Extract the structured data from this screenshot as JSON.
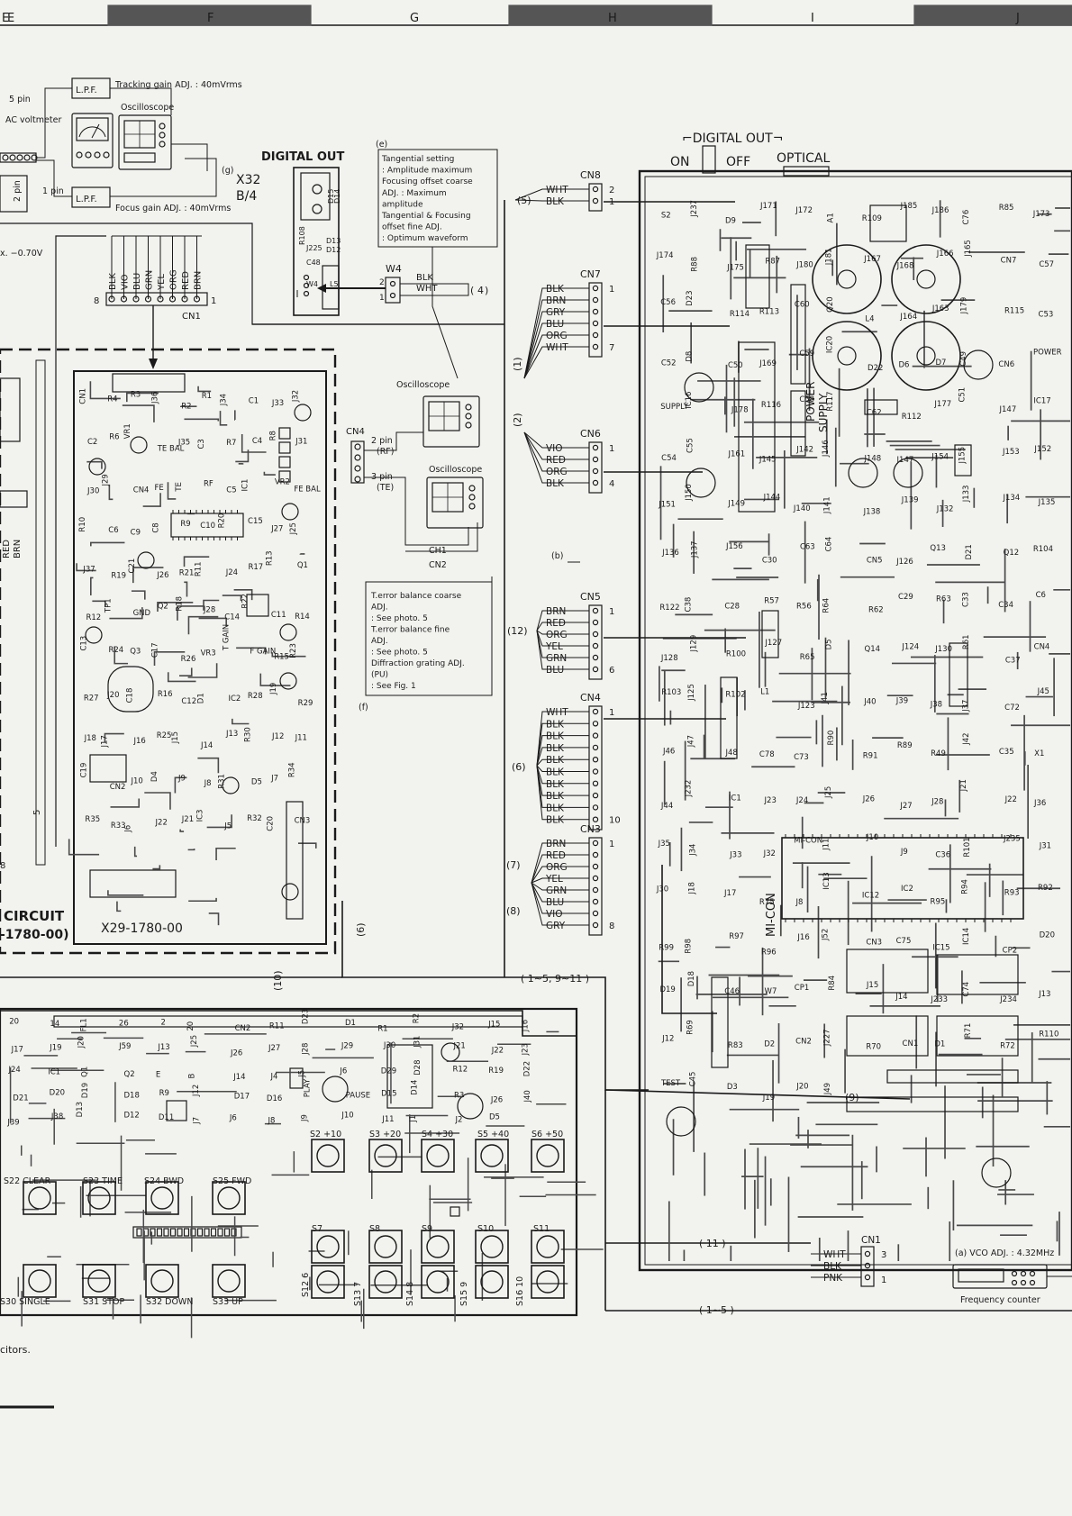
{
  "colors": {
    "paper": "#f2f2ef",
    "ink": "#1a1a1a",
    "trace": "#4a4a4a",
    "band": "#555555"
  },
  "grid": {
    "cols": [
      "E",
      "F",
      "G",
      "H",
      "I",
      "J"
    ]
  },
  "top_left": {
    "lpf_top": "L.P.F.",
    "lpf_bottom": "L.P.F.",
    "tracking_note": "Tracking gain ADJ. : 40mVrms",
    "focus_note": "Focus gain ADJ. : 40mVrms",
    "five_pin": "5 pin",
    "ac_voltmeter": "AC voltmeter",
    "oscilloscope": "Oscilloscope",
    "one_pin": "1 pin",
    "two_pin": "2 pin",
    "g_tag": "(g)",
    "approx_v": "x. −0.70V"
  },
  "digital_out_unit": {
    "title": "DIGITAL OUT",
    "board": "X32",
    "sub": "B/4",
    "e_tag": "(e)",
    "note": [
      "Tangential setting",
      "  : Amplitude maximum",
      "Focusing offset coarse",
      "ADJ. : Maximum",
      "         amplitude",
      "Tangential & Focusing",
      "offset fine ADJ.",
      "    : Optimum waveform"
    ],
    "parts": [
      "R108",
      "J225",
      "D13",
      "D12",
      "D15",
      "D14",
      "C48",
      "L5",
      "W4"
    ],
    "w4": "W4",
    "w4_wires": [
      "BLK",
      "WHT"
    ],
    "w4_group": "4"
  },
  "digital_switch": {
    "title": "DIGITAL OUT",
    "on": "ON",
    "off": "OFF",
    "optical": "OPTICAL"
  },
  "cn1_pickup": {
    "label": "CN1",
    "wires": [
      "BLK",
      "VIO",
      "BLU",
      "GRN",
      "YEL",
      "ORG",
      "RED",
      "BRN"
    ],
    "pin_left": "8",
    "pin_right": "1"
  },
  "servo_board": {
    "title": "CIRCUIT",
    "code": "-1780-00)",
    "board_id": "X29-1780-00",
    "labels": [
      "CN1",
      "R4",
      "R3",
      "J36",
      "R2",
      "R1",
      "J34",
      "C1",
      "J33",
      "J32",
      "C2",
      "R6",
      "VR1",
      "TE BAL",
      "J35",
      "C3",
      "R7",
      "C4",
      "R8",
      "J31",
      "J30",
      "J29",
      "CN4",
      "FE",
      "TE",
      "RF",
      "C5",
      "IC1",
      "VR2",
      "FE BAL",
      "R10",
      "C6",
      "C9",
      "C8",
      "R9",
      "C10",
      "R20",
      "C15",
      "J27",
      "J25",
      "J37",
      "R19",
      "C21",
      "J26",
      "R21",
      "R11",
      "J24",
      "R17",
      "R13",
      "Q1",
      "R12",
      "TP1",
      "GND",
      "Q2",
      "R18",
      "J28",
      "C14",
      "R22",
      "C11",
      "R14",
      "C13",
      "R24",
      "Q3",
      "C17",
      "R26",
      "VR3",
      "T GAIN",
      "F GAIN",
      "R15",
      "R23",
      "R27",
      "J20",
      "C18",
      "R16",
      "C12",
      "D1",
      "IC2",
      "R28",
      "J19",
      "R29",
      "J18",
      "J17",
      "J16",
      "R25",
      "J15",
      "J14",
      "J13",
      "R30",
      "J12",
      "J11",
      "C19",
      "CN2",
      "J10",
      "D4",
      "J9",
      "J8",
      "R31",
      "D5",
      "J7",
      "R34",
      "R35",
      "R33",
      "J6",
      "J22",
      "J21",
      "IC3",
      "J5",
      "R32",
      "C20",
      "CN3"
    ]
  },
  "side_tags": {
    "five": "5",
    "eight": "8",
    "six": "6",
    "ten": "10",
    "red": "RED",
    "brn": "BRN"
  },
  "connectors": {
    "cn8": {
      "label": "CN8",
      "wires": [
        "WHT",
        "BLK"
      ],
      "pins": [
        "2",
        "1"
      ],
      "group": "5"
    },
    "cn7": {
      "label": "CN7",
      "wires": [
        "BLK",
        "BRN",
        "GRY",
        "BLU",
        "ORG",
        "WHT"
      ],
      "pins": [
        "1",
        "7"
      ],
      "group": "1"
    },
    "cn6": {
      "label": "CN6",
      "wires": [
        "VIO",
        "RED",
        "ORG",
        "BLK"
      ],
      "pins": [
        "1",
        "4"
      ],
      "group": "2"
    },
    "cn5": {
      "label": "CN5",
      "wires": [
        "BRN",
        "RED",
        "ORG",
        "YEL",
        "GRN",
        "BLU"
      ],
      "pins": [
        "1",
        "6"
      ],
      "group": "12"
    },
    "cn4": {
      "label": "CN4",
      "wires": [
        "WHT",
        "BLK",
        "BLK",
        "BLK",
        "BLK",
        "BLK",
        "BLK",
        "BLK",
        "BLK",
        "BLK"
      ],
      "pins": [
        "1",
        "10"
      ],
      "group": "6"
    },
    "cn3": {
      "label": "CN3",
      "wires": [
        "BRN",
        "RED",
        "ORG",
        "YEL",
        "GRN",
        "BLU",
        "VIO",
        "GRY"
      ],
      "pins": [
        "1",
        "8"
      ],
      "groups": [
        "7",
        "8"
      ]
    },
    "cn1_bottom": {
      "label": "CN1",
      "wires": [
        "WHT",
        "BLK",
        "PNK"
      ],
      "pins": [
        "3",
        "1"
      ]
    }
  },
  "probe": {
    "cn4_label": "CN4",
    "two_pin": "2 pin",
    "rf": "(RF)",
    "three_pin": "3 pin",
    "te": "(TE)",
    "oscilloscope": "Oscilloscope",
    "ch1": "CH1",
    "ch2": "CN2",
    "b_tag": "(b)",
    "f_tag": "(f)",
    "note": [
      "T.error balance coarse",
      "ADJ.",
      "   : See photo. 5",
      "T.error balance fine",
      "ADJ.",
      "   : See photo. 5",
      "Diffraction grating ADJ.",
      "(PU)",
      "   : See Fig. 1"
    ]
  },
  "bus": {
    "main": "1∼5, 9∼11",
    "g10": "10",
    "g11": "11",
    "g15": "1∼5",
    "g9": "9"
  },
  "main_board": {
    "labels": [
      "S2",
      "J237",
      "D9",
      "J171",
      "J172",
      "A1",
      "R109",
      "J185",
      "J186",
      "C76",
      "R85",
      "J173",
      "J174",
      "R88",
      "J175",
      "R87",
      "J180",
      "J181",
      "J167",
      "J168",
      "J166",
      "J165",
      "CN7",
      "C57",
      "C56",
      "D23",
      "R114",
      "R113",
      "C60",
      "Q20",
      "L4",
      "J164",
      "J163",
      "J179",
      "R115",
      "C53",
      "C52",
      "D8",
      "C50",
      "J169",
      "C59",
      "IC20",
      "D22",
      "D6",
      "D7",
      "C49",
      "CN6",
      "POWER",
      "SUPPLY",
      "IC16",
      "J178",
      "R116",
      "C58",
      "R117",
      "C62",
      "R112",
      "J177",
      "C51",
      "J147",
      "IC17",
      "C54",
      "C55",
      "J161",
      "J145",
      "J142",
      "J146",
      "J148",
      "J147",
      "J154",
      "J155",
      "J153",
      "J152",
      "J151",
      "J150",
      "J149",
      "J144",
      "J140",
      "J141",
      "J138",
      "J139",
      "J132",
      "J133",
      "J134",
      "J135",
      "J136",
      "J137",
      "J156",
      "C30",
      "C63",
      "C64",
      "CN5",
      "J126",
      "Q13",
      "D21",
      "Q12",
      "R104",
      "R122",
      "C38",
      "C28",
      "R57",
      "R56",
      "R64",
      "R62",
      "C29",
      "R63",
      "C33",
      "C34",
      "C6",
      "J128",
      "J129",
      "R100",
      "J127",
      "R65",
      "D5",
      "Q14",
      "J124",
      "J130",
      "R61",
      "C37",
      "CN4",
      "R103",
      "J125",
      "R102",
      "L1",
      "J123",
      "J41",
      "J40",
      "J39",
      "J38",
      "J37",
      "C72",
      "J45",
      "J46",
      "J47",
      "J48",
      "C78",
      "C73",
      "R90",
      "R91",
      "R89",
      "R49",
      "J42",
      "C35",
      "X1",
      "J44",
      "J232",
      "IC1",
      "J23",
      "J24",
      "J25",
      "J26",
      "J27",
      "J28",
      "J21",
      "J22",
      "J36",
      "J35",
      "J34",
      "J33",
      "J32",
      "MI-CON",
      "J11",
      "J10",
      "J9",
      "C36",
      "R101",
      "J235",
      "J31",
      "J30",
      "J18",
      "J17",
      "R75",
      "J8",
      "IC13",
      "IC12",
      "IC2",
      "R95",
      "R94",
      "R93",
      "R92",
      "R99",
      "R98",
      "R97",
      "R96",
      "J16",
      "J52",
      "CN3",
      "C75",
      "IC15",
      "IC14",
      "CP2",
      "D20",
      "D19",
      "D18",
      "C46",
      "W7",
      "CP1",
      "R84",
      "J15",
      "J14",
      "J233",
      "C74",
      "J234",
      "J13",
      "J12",
      "R69",
      "R83",
      "D2",
      "CN2",
      "J227",
      "R70",
      "CN1",
      "D1",
      "R71",
      "R72",
      "R110",
      "TEST",
      "C45",
      "D3",
      "J19",
      "J20",
      "J49"
    ]
  },
  "front_board": {
    "labels": [
      "20",
      "14",
      "FL1",
      "26",
      "2",
      "20",
      "CN2",
      "R11",
      "D23",
      "D1",
      "R1",
      "R2",
      "J32",
      "J15",
      "J16",
      "J17",
      "J19",
      "J20",
      "J59",
      "J13",
      "J25",
      "J26",
      "J27",
      "J28",
      "J29",
      "J30",
      "J31",
      "J21",
      "J22",
      "J23",
      "J24",
      "IC1",
      "Q1",
      "Q2",
      "E",
      "B",
      "J14",
      "J4",
      "J5",
      "J6",
      "D29",
      "D28",
      "R12",
      "R19",
      "D22",
      "D21",
      "D20",
      "D19",
      "D18",
      "R9",
      "J12",
      "D17",
      "D16",
      "PLAY",
      "PAUSE",
      "D15",
      "D14",
      "R3",
      "J26",
      "J40",
      "J39",
      "J38",
      "D13",
      "D12",
      "D11",
      "J7",
      "J6",
      "J8",
      "J9",
      "J10",
      "J11",
      "J1",
      "J2",
      "D5"
    ],
    "keys": [
      {
        "name": "S22",
        "label": "S22 CLEAR"
      },
      {
        "name": "S23",
        "label": "S23 TIME"
      },
      {
        "name": "S24",
        "label": "S24 BWD"
      },
      {
        "name": "S25",
        "label": "S25 FWD"
      },
      {
        "name": "S2",
        "label": "S2 +10"
      },
      {
        "name": "S3",
        "label": "S3 +20"
      },
      {
        "name": "S4",
        "label": "S4 +30"
      },
      {
        "name": "S5",
        "label": "S5 +40"
      },
      {
        "name": "S6",
        "label": "S6 +50"
      },
      {
        "name": "S30",
        "label": "S30 SINGLE"
      },
      {
        "name": "S31",
        "label": "S31 STOP"
      },
      {
        "name": "S32",
        "label": "S32 DOWN"
      },
      {
        "name": "S33",
        "label": "S33 UP"
      },
      {
        "name": "S7",
        "label": "S7"
      },
      {
        "name": "S8",
        "label": "S8"
      },
      {
        "name": "S9",
        "label": "S9"
      },
      {
        "name": "S10",
        "label": "S10"
      },
      {
        "name": "S11",
        "label": "S11"
      },
      {
        "name": "S12",
        "label": "S12 6"
      },
      {
        "name": "S13",
        "label": "S13 7"
      },
      {
        "name": "S14",
        "label": "S14 8"
      },
      {
        "name": "S15",
        "label": "S15 9"
      },
      {
        "name": "S16",
        "label": "S16 10"
      }
    ]
  },
  "freq_counter": {
    "note": "(a) VCO ADJ. : 4.32MHz",
    "caption": "Frequency counter"
  },
  "footnote": "citors.",
  "letter_e": "E"
}
